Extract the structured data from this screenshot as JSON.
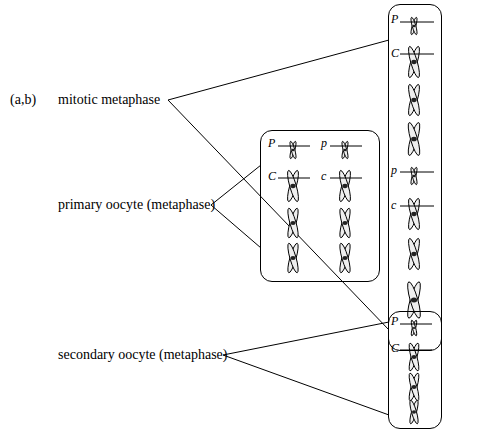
{
  "diagram": {
    "nodes": [
      {
        "text": [
          "mitotic metaphase",
          "P",
          "C",
          "p",
          "c"
        ]
      },
      {
        "text": [
          "primary oocyte (metaphase)",
          "P",
          "C",
          "p",
          "c"
        ]
      },
      {
        "text": [
          "secondary oocyte (metaphase)",
          "P",
          "C"
        ]
      }
    ],
    "labels": [
      "(a,b)"
    ]
  }
}
